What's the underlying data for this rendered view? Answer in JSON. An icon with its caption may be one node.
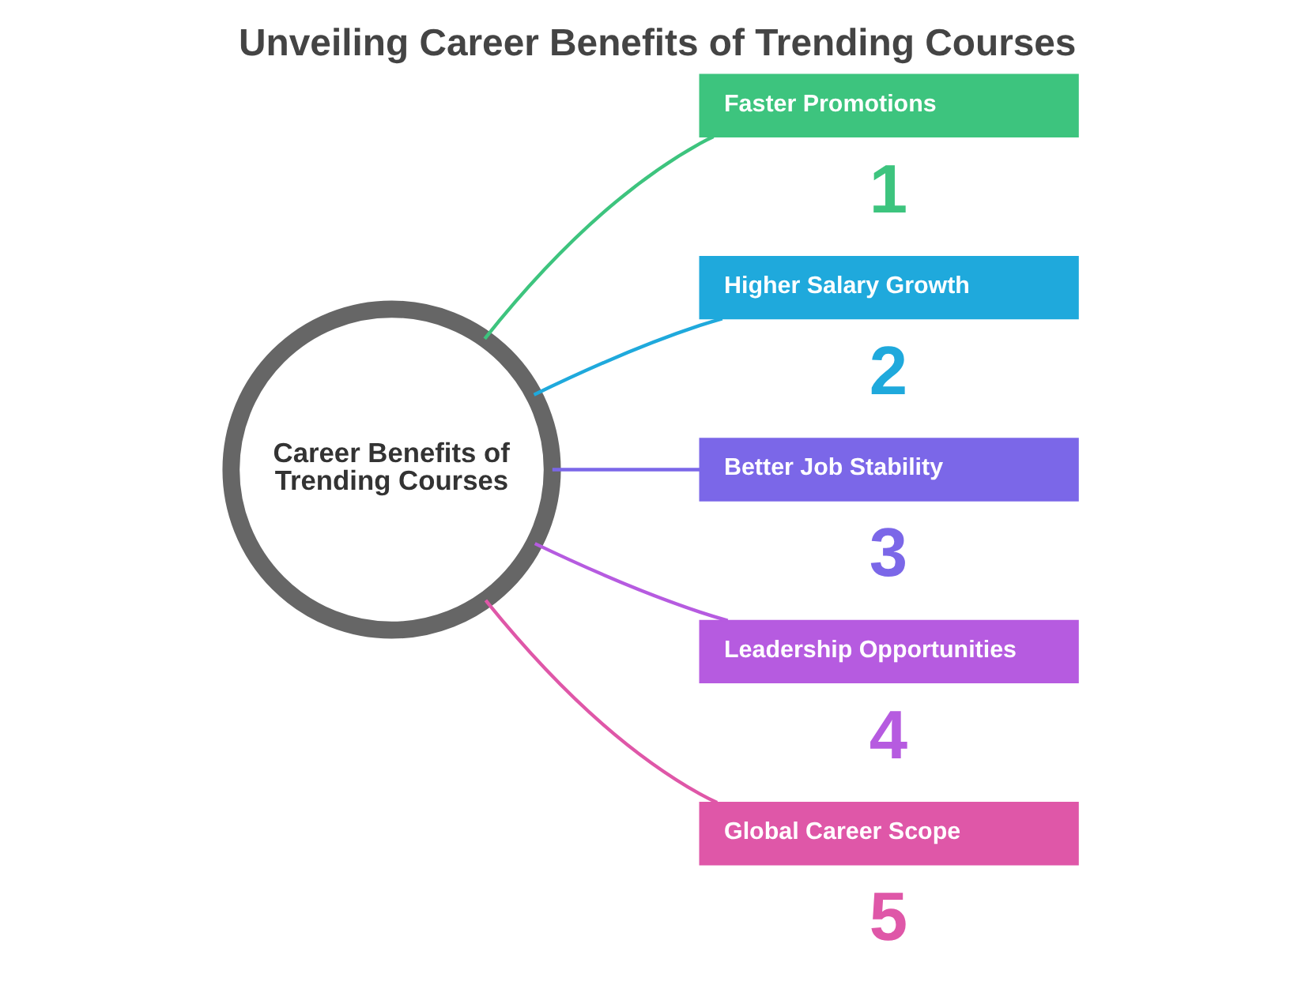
{
  "diagram": {
    "title": "Unveiling Career Benefits of Trending Courses",
    "nodes": [
      {
        "text": [
          "Career Benefits of Trending Courses"
        ]
      },
      {
        "text": [
          "Faster Promotions"
        ],
        "beside": [
          "1"
        ]
      },
      {
        "text": [
          "Higher Salary Growth"
        ],
        "beside": [
          "2"
        ]
      },
      {
        "text": [
          "Better Job Stability"
        ],
        "beside": [
          "3"
        ]
      },
      {
        "text": [
          "Leadership Opportunities"
        ],
        "beside": [
          "4"
        ]
      },
      {
        "text": [
          "Global Career Scope"
        ],
        "beside": [
          "5"
        ]
      }
    ],
    "edges": [
      {
        "from": 0,
        "to": 1,
        "arrow": "none",
        "color": "#3dc47e"
      },
      {
        "from": 0,
        "to": 2,
        "arrow": "none",
        "color": "#1fa9dc"
      },
      {
        "from": 0,
        "to": 3,
        "arrow": "none",
        "color": "#7b67e8"
      },
      {
        "from": 0,
        "to": 4,
        "arrow": "none",
        "color": "#b65be0"
      },
      {
        "from": 0,
        "to": 5,
        "arrow": "none",
        "color": "#df57a8"
      }
    ]
  }
}
